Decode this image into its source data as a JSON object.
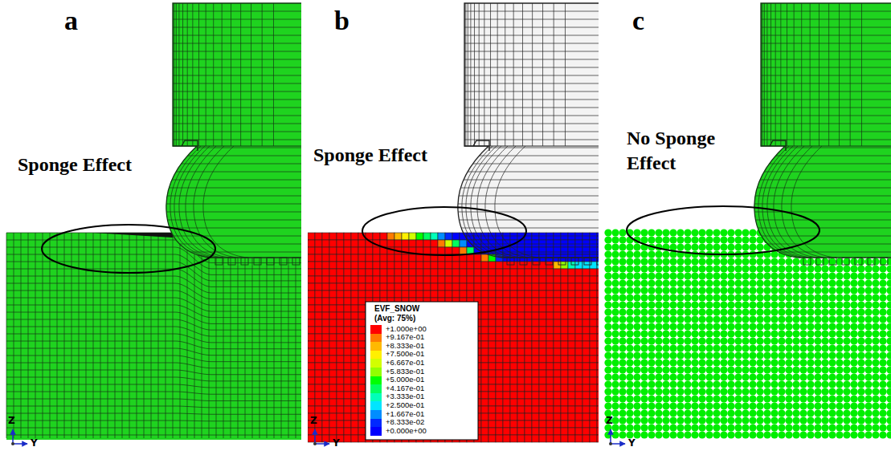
{
  "diagram": {
    "labels": [
      "a",
      "Sponge Effect",
      "Z",
      "Y",
      "b",
      "Sponge Effect",
      "EVF_SNOW",
      "(Avg: 75%)",
      "Z",
      "Y",
      "c",
      "No Sponge Effect",
      "Z",
      "Y"
    ],
    "legend": [
      {
        "text": "+1.000e+00",
        "color": "#ff0000"
      },
      {
        "text": "+9.167e-01",
        "color": "#ff7b00"
      },
      {
        "text": "+8.333e-01",
        "color": "#ffb900"
      },
      {
        "text": "+7.500e-01",
        "color": "#fff000"
      },
      {
        "text": "+6.667e-01",
        "color": "#d2ff00"
      },
      {
        "text": "+5.833e-01",
        "color": "#92ff00"
      },
      {
        "text": "+5.000e-01",
        "color": "#00ff00"
      },
      {
        "text": "+4.167e-01",
        "color": "#00ff5e"
      },
      {
        "text": "+3.333e-01",
        "color": "#00ffb9"
      },
      {
        "text": "+2.500e-01",
        "color": "#00e5ff"
      },
      {
        "text": "+1.667e-01",
        "color": "#008dff"
      },
      {
        "text": "+8.333e-02",
        "color": "#0029ff"
      },
      {
        "text": "+0.000e+00",
        "color": "#0000ff"
      }
    ]
  }
}
